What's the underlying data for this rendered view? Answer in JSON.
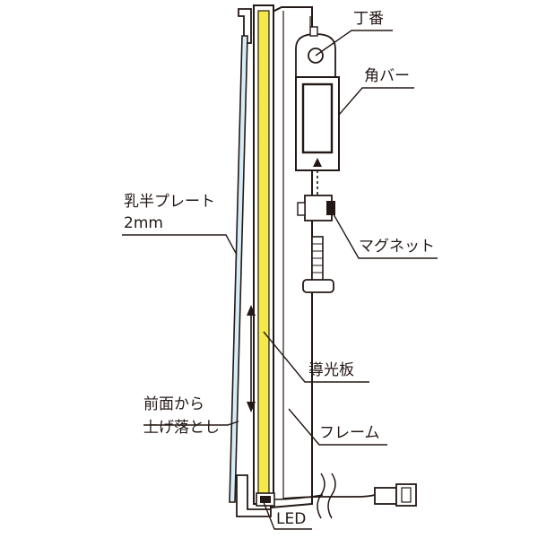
{
  "colors": {
    "line": "#231815",
    "light_guide": "#f5e94a",
    "acrylic_plate": "#d6ecf7",
    "frame": "#ffffff",
    "led_marker": "#231815"
  },
  "labels": {
    "hinge": "丁番",
    "angle_bar": "角バー",
    "acrylic_plate_line1": "乳半プレート",
    "acrylic_plate_line2": "2mm",
    "magnet": "マグネット",
    "light_guide": "導光板",
    "drop_in_line1": "前面から",
    "drop_in_line2": "上げ落とし",
    "frame": "フレーム",
    "led": "LED"
  }
}
